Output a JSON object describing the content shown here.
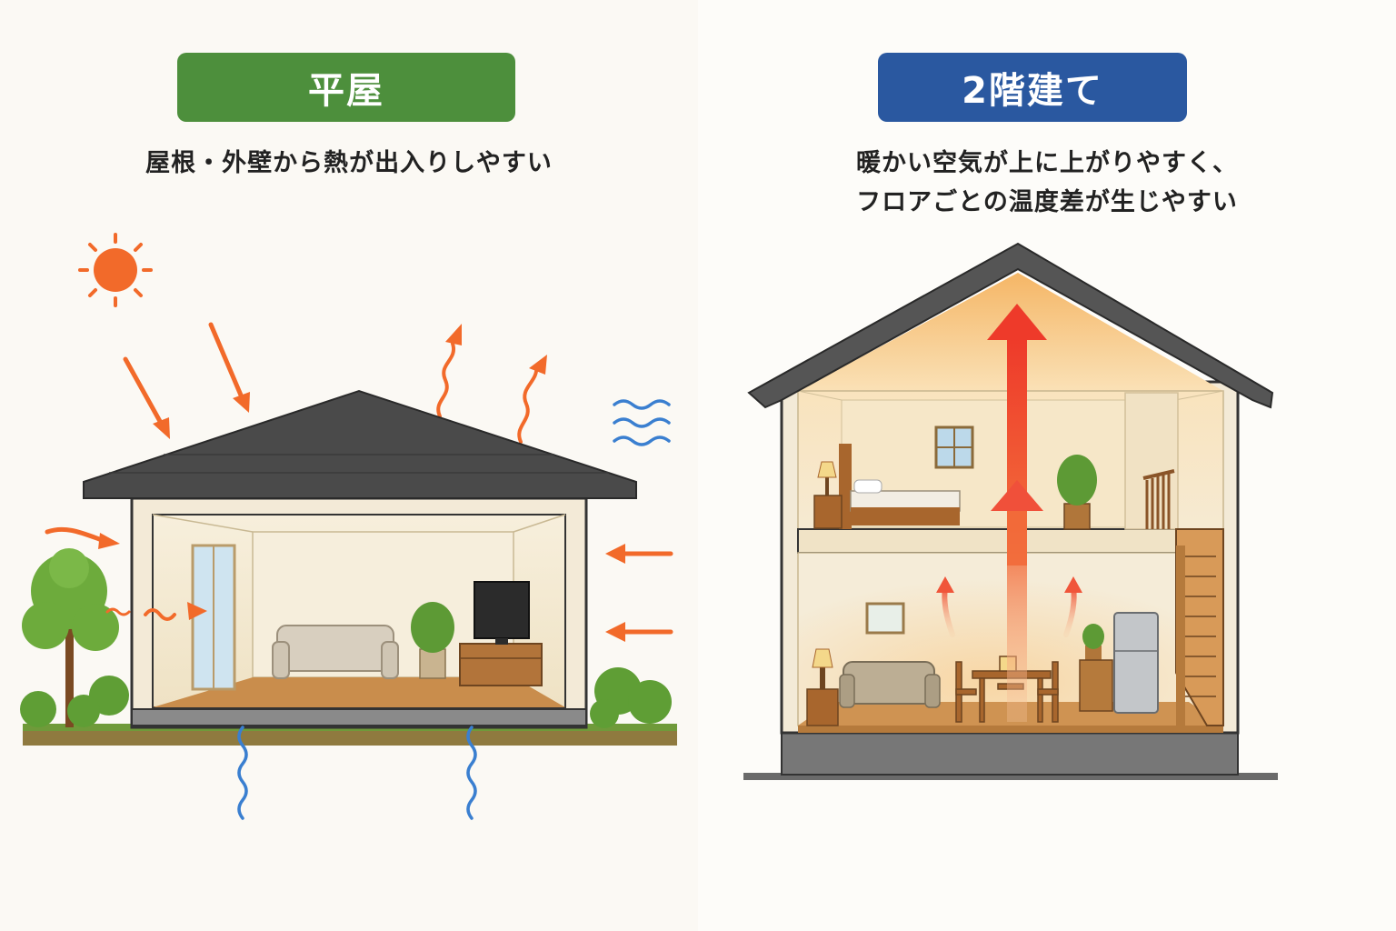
{
  "left": {
    "title": "平屋",
    "caption": "屋根・外壁から熱が出入りしやすい"
  },
  "right": {
    "title": "2階建て",
    "caption_line1": "暖かい空気が上に上がりやすく、",
    "caption_line2": "フロアごとの温度差が生じやすい"
  },
  "colors": {
    "left_accent": "#4d8f3c",
    "right_accent": "#2a58a0",
    "heat_arrow": "#f26a2a",
    "cold_wave": "#3a7fd0",
    "roof": "#4a4a4a",
    "warm_air": "#f28a3a"
  }
}
